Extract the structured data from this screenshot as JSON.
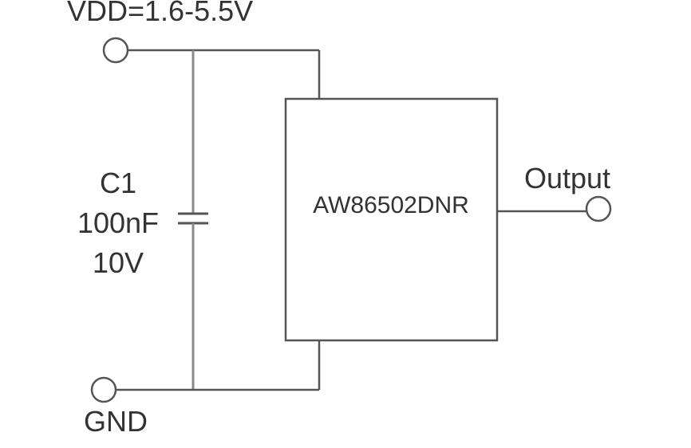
{
  "power_label": "VDD=1.6-5.5V",
  "ground_label": "GND",
  "output_label": "Output",
  "capacitor": {
    "ref": "C1",
    "value": "100nF",
    "voltage": "10V"
  },
  "chip_label": "AW86502DNR",
  "colors": {
    "wire": "#555555",
    "text": "#333333",
    "background": "#ffffff"
  }
}
